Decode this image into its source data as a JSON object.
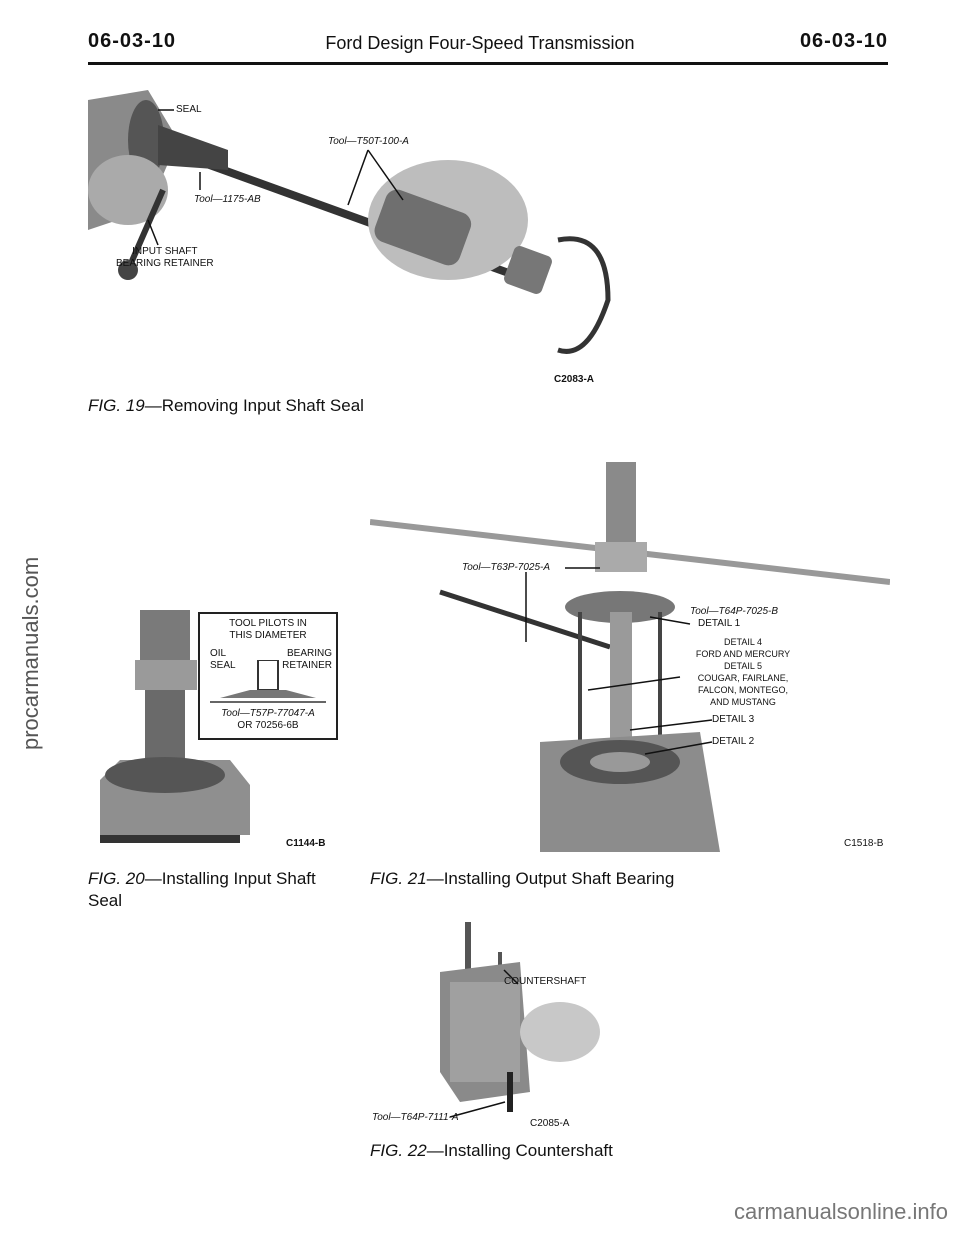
{
  "header": {
    "left_code": "06-03-10",
    "title": "Ford Design Four-Speed Transmission",
    "right_code": "06-03-10"
  },
  "fig19": {
    "labels": {
      "seal": "SEAL",
      "tool_100": "Tool—T50T-100-A",
      "tool_1175": "Tool—1175-AB",
      "retainer_1": "INPUT SHAFT",
      "retainer_2": "BEARING RETAINER"
    },
    "code": "C2083-A",
    "caption_fig": "FIG. 19",
    "caption_text": "—Removing Input Shaft Seal"
  },
  "fig20": {
    "labels": {
      "pilot_1": "TOOL PILOTS IN",
      "pilot_2": "THIS DIAMETER",
      "oil": "OIL",
      "seal": "SEAL",
      "bearing": "BEARING",
      "retainer": "RETAINER",
      "tool_1": "Tool—T57P-77047-A",
      "tool_2": "OR 70256-6B"
    },
    "code": "C1144-B",
    "caption_fig": "FIG. 20",
    "caption_text": "—Installing Input Shaft",
    "caption_text_2": "Seal"
  },
  "fig21": {
    "labels": {
      "tool_a": "Tool—T63P-7025-A",
      "tool_b": "Tool—T64P-7025-B",
      "detail1": "DETAIL 1",
      "detail4": "DETAIL 4",
      "detail4b": "FORD AND MERCURY",
      "detail5": "DETAIL 5",
      "detail5b": "COUGAR, FAIRLANE,",
      "detail5c": "FALCON, MONTEGO,",
      "detail5d": "AND MUSTANG",
      "detail3": "DETAIL 3",
      "detail2": "DETAIL 2"
    },
    "code": "C1518-B",
    "caption_fig": "FIG. 21",
    "caption_text": "—Installing Output Shaft Bearing"
  },
  "fig22": {
    "labels": {
      "countershaft": "COUNTERSHAFT",
      "tool": "Tool—T64P-7111-A"
    },
    "code": "C2085-A",
    "caption_fig": "FIG. 22",
    "caption_text": "—Installing Countershaft"
  },
  "watermarks": {
    "side": "procarmanuals.com",
    "bottom": "carmanualsonline.info"
  }
}
